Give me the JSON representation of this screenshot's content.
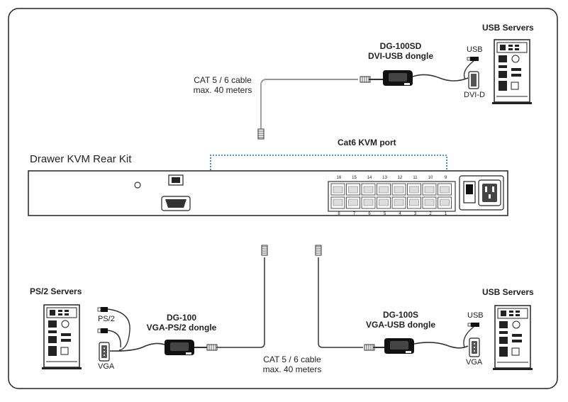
{
  "frame_title": "Drawer KVM Rear Kit",
  "kvm_port_label": "Cat6 KVM port",
  "top_cable": {
    "line1": "CAT 5 / 6 cable",
    "line2": "max. 40 meters"
  },
  "bottom_cable": {
    "line1": "CAT 5 / 6 cable",
    "line2": "max. 40 meters"
  },
  "dongle_top": {
    "model": "DG-100SD",
    "desc": "DVI-USB dongle"
  },
  "dongle_bottom_left": {
    "model": "DG-100",
    "desc": "VGA-PS/2 dongle"
  },
  "dongle_bottom_right": {
    "model": "DG-100S",
    "desc": "VGA-USB dongle"
  },
  "server_top_right": "USB Servers",
  "server_bottom_left": "PS/2 Servers",
  "server_bottom_right": "USB Servers",
  "conn_top": {
    "usb": "USB",
    "dvi": "DVI-D"
  },
  "conn_bottom_left": {
    "ps2": "PS/2",
    "vga": "VGA"
  },
  "conn_bottom_right": {
    "usb": "USB",
    "vga": "VGA"
  },
  "ports_top": [
    "16",
    "15",
    "14",
    "13",
    "12",
    "11",
    "10",
    "9"
  ],
  "ports_bottom": [
    "8",
    "7",
    "6",
    "5",
    "4",
    "3",
    "2",
    "1"
  ]
}
